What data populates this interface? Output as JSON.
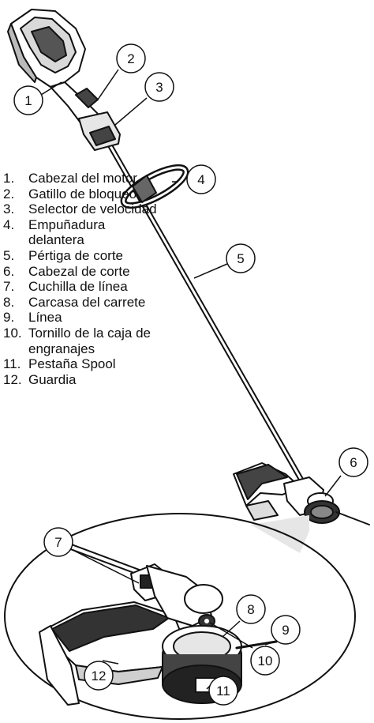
{
  "legend": [
    {
      "num": "1.",
      "text": "Cabezal del motor"
    },
    {
      "num": "2.",
      "text": "Gatillo de bloqueo"
    },
    {
      "num": "3.",
      "text": "Selector de velocidad"
    },
    {
      "num": "4.",
      "text": "Empuñadura delantera"
    },
    {
      "num": "5.",
      "text": "Pértiga de corte"
    },
    {
      "num": "6.",
      "text": "Cabezal de corte"
    },
    {
      "num": "7.",
      "text": "Cuchilla de línea"
    },
    {
      "num": "8.",
      "text": "Carcasa del carrete"
    },
    {
      "num": "9.",
      "text": "Línea"
    },
    {
      "num": "10.",
      "text": "Tornillo de la caja de engranajes"
    },
    {
      "num": "11.",
      "text": "Pestaña Spool"
    },
    {
      "num": "12.",
      "text": "Guardia"
    }
  ],
  "callouts": [
    "1",
    "2",
    "3",
    "4",
    "5",
    "6",
    "7",
    "8",
    "9",
    "10",
    "11",
    "12"
  ]
}
